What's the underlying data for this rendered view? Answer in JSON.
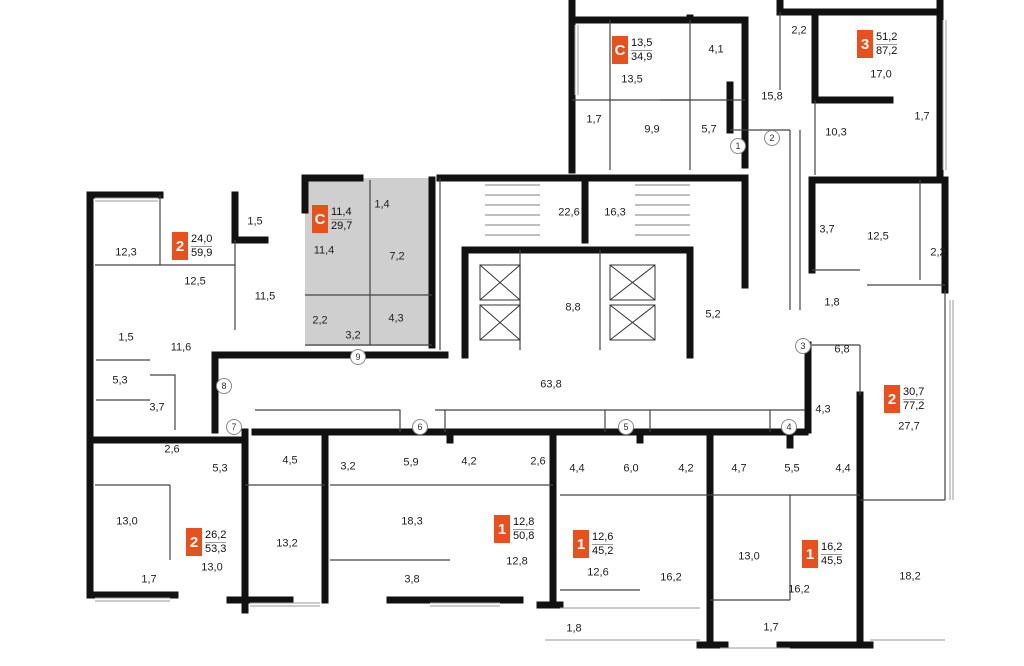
{
  "colors": {
    "accent": "#e8501e",
    "wall": "#111111",
    "selected_unit": "#cfcfcf"
  },
  "apartments": [
    {
      "id": "a1",
      "rooms": "С",
      "living": "13,5",
      "total": "34,9"
    },
    {
      "id": "a2",
      "rooms": "3",
      "living": "51,2",
      "total": "87,2"
    },
    {
      "id": "a3",
      "rooms": "2",
      "living": "24,0",
      "total": "59,9"
    },
    {
      "id": "a4",
      "rooms": "С",
      "living": "11,4",
      "total": "29,7"
    },
    {
      "id": "a5",
      "rooms": "2",
      "living": "30,7",
      "total": "77,2"
    },
    {
      "id": "a6",
      "rooms": "2",
      "living": "26,2",
      "total": "53,3"
    },
    {
      "id": "a7",
      "rooms": "1",
      "living": "12,8",
      "total": "50,8"
    },
    {
      "id": "a8",
      "rooms": "1",
      "living": "12,6",
      "total": "45,2"
    },
    {
      "id": "a9",
      "rooms": "1",
      "living": "16,2",
      "total": "45,5"
    }
  ],
  "room_areas": [
    "13,5",
    "4,1",
    "9,9",
    "5,7",
    "1,7",
    "2,2",
    "17,0",
    "15,8",
    "10,3",
    "1,7",
    "12,3",
    "12,5",
    "1,5",
    "11,5",
    "1,4",
    "11,4",
    "7,2",
    "2,2",
    "3,2",
    "4,3",
    "22,6",
    "16,3",
    "8,8",
    "5,2",
    "3,7",
    "12,5",
    "2,2",
    "1,8",
    "6,8",
    "1,5",
    "11,6",
    "5,3",
    "3,7",
    "63,8",
    "4,3",
    "27,7",
    "2,6",
    "5,3",
    "4,5",
    "3,2",
    "5,9",
    "4,2",
    "2,6",
    "4,4",
    "6,0",
    "4,2",
    "4,7",
    "5,5",
    "4,4",
    "13,0",
    "13,2",
    "18,3",
    "12,8",
    "12,6",
    "16,2",
    "13,0",
    "16,2",
    "18,2",
    "13,0",
    "1,7",
    "3,8",
    "1,8",
    "1,7"
  ],
  "door_numbers": [
    "1",
    "2",
    "3",
    "4",
    "5",
    "6",
    "7",
    "8",
    "9"
  ]
}
